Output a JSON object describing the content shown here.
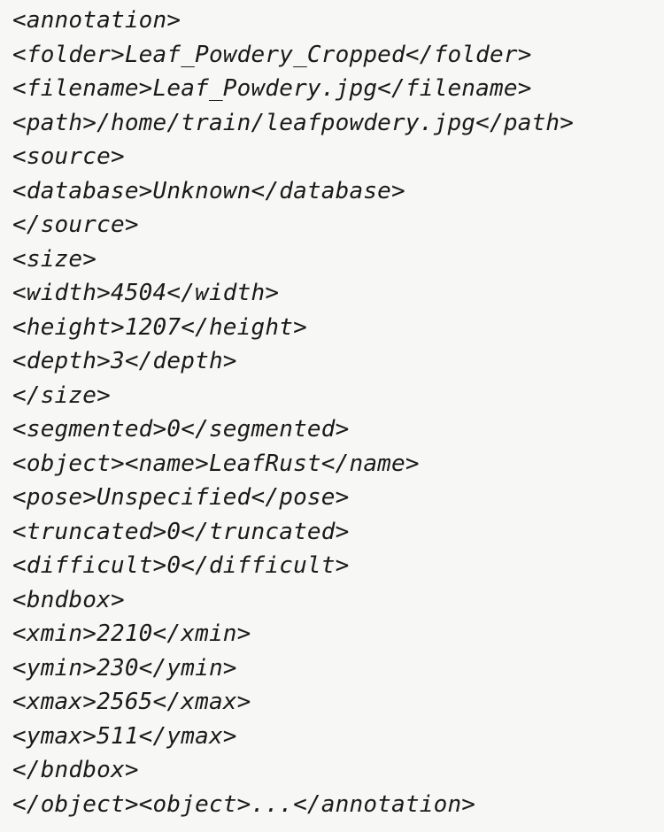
{
  "document": {
    "lines": [
      "<annotation>",
      "<folder>Leaf_Powdery_Cropped</folder>",
      "<filename>Leaf_Powdery.jpg</filename>",
      "<path>/home/train/leafpowdery.jpg</path>",
      "<source>",
      "<database>Unknown</database>",
      "</source>",
      "<size>",
      "<width>4504</width>",
      "<height>1207</height>",
      "<depth>3</depth>",
      "</size>",
      "<segmented>0</segmented>",
      "<object><name>LeafRust</name>",
      "<pose>Unspecified</pose>",
      "<truncated>0</truncated>",
      "<difficult>0</difficult>",
      "<bndbox>",
      "<xmin>2210</xmin>",
      "<ymin>230</ymin>",
      "<xmax>2565</xmax>",
      "<ymax>511</ymax>",
      "</bndbox>",
      "</object><object>...</annotation>"
    ]
  }
}
